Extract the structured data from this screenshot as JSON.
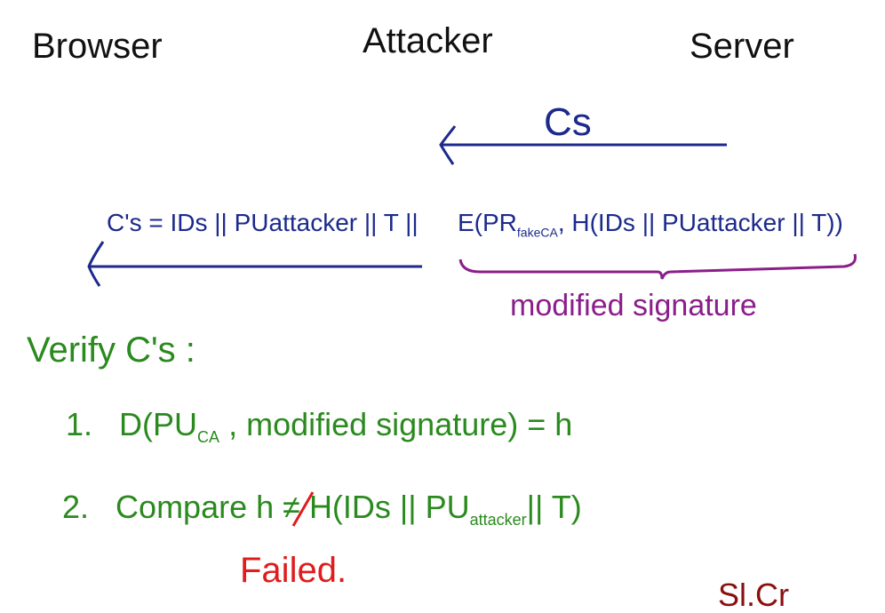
{
  "parties": {
    "browser": "Browser",
    "attacker": "Attacker",
    "server": "Server"
  },
  "messages": {
    "cs": "Cs",
    "cs_prime_lhs": "C's",
    "cs_prime_eq": "= IDs || PUattacker || T ||",
    "cs_prime_sig_prefix": "E(PR",
    "cs_prime_sig_sub": "fakeCA",
    "cs_prime_sig_rest": ", H(IDs || PUattacker || T))"
  },
  "annotation": {
    "brace_label": "modified signature"
  },
  "verify": {
    "title": "Verify C's :",
    "step1_num": "1.",
    "step1_pre": "D(PU",
    "step1_sub": "CA",
    "step1_post": ", modified signature) = h",
    "step2_num": "2.",
    "step2_pre": "Compare  h",
    "step2_neq": "≠",
    "step2_post": "H(IDs || PU",
    "step2_sub": "attacker",
    "step2_end": "|| T)",
    "result": "Failed."
  },
  "cutoff_text": "Sl.Cr",
  "colors": {
    "ink": "#111111",
    "message": "#1c2a8c",
    "annotation": "#8a1e8a",
    "verify": "#2a8a1e",
    "failed": "#e01c1c"
  }
}
